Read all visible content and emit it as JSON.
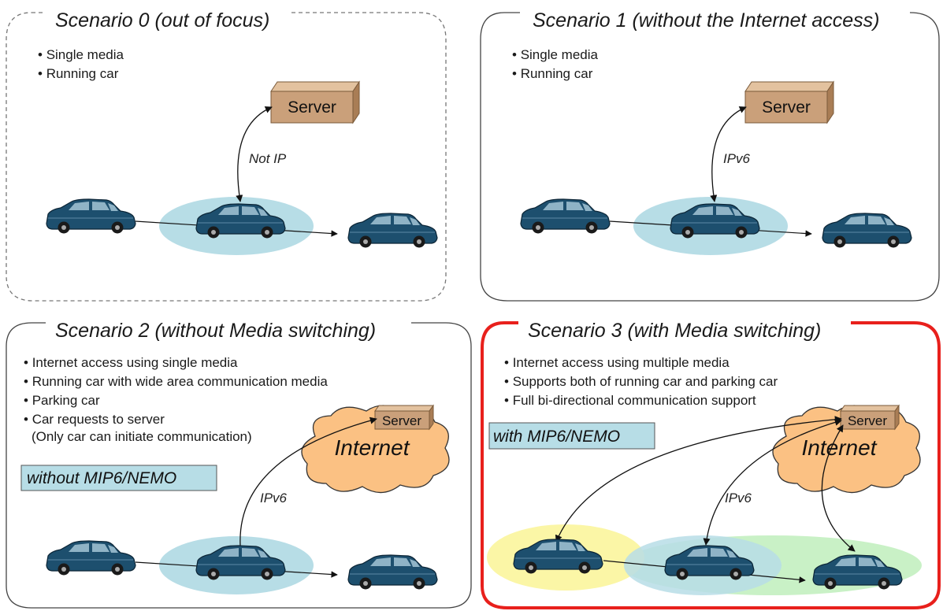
{
  "colors": {
    "panel_border": "#444444",
    "highlight_border": "#e8201c",
    "server_front": "#caa07a",
    "cloud_fill": "#fbc183",
    "coverage_blue": "#b7dde6",
    "coverage_yellow": "#fbf6a6",
    "coverage_green": "#c9f1c6",
    "car_body": "#1d4f6e",
    "label_box": "#b7dde6"
  },
  "scenario0": {
    "title": "Scenario 0 (out of focus)",
    "bullets": [
      "Single media",
      "Running car"
    ],
    "server": "Server",
    "link_label": "Not IP"
  },
  "scenario1": {
    "title": "Scenario 1 (without the Internet access)",
    "bullets": [
      "Single media",
      "Running car"
    ],
    "server": "Server",
    "link_label": "IPv6"
  },
  "scenario2": {
    "title": "Scenario 2 (without Media switching)",
    "bullets": [
      "Internet access using single media",
      "Running car with wide area communication media",
      "Parking car",
      "Car requests to server",
      "(Only car can initiate communication)"
    ],
    "server": "Server",
    "cloud_label": "Internet",
    "link_label": "IPv6",
    "mip_label": "without MIP6/NEMO"
  },
  "scenario3": {
    "title": "Scenario 3 (with Media switching)",
    "bullets": [
      "Internet access using multiple media",
      "Supports both of running car and parking car",
      "Full bi-directional communication support"
    ],
    "server": "Server",
    "cloud_label": "Internet",
    "link_label": "IPv6",
    "mip_label": "with MIP6/NEMO"
  }
}
